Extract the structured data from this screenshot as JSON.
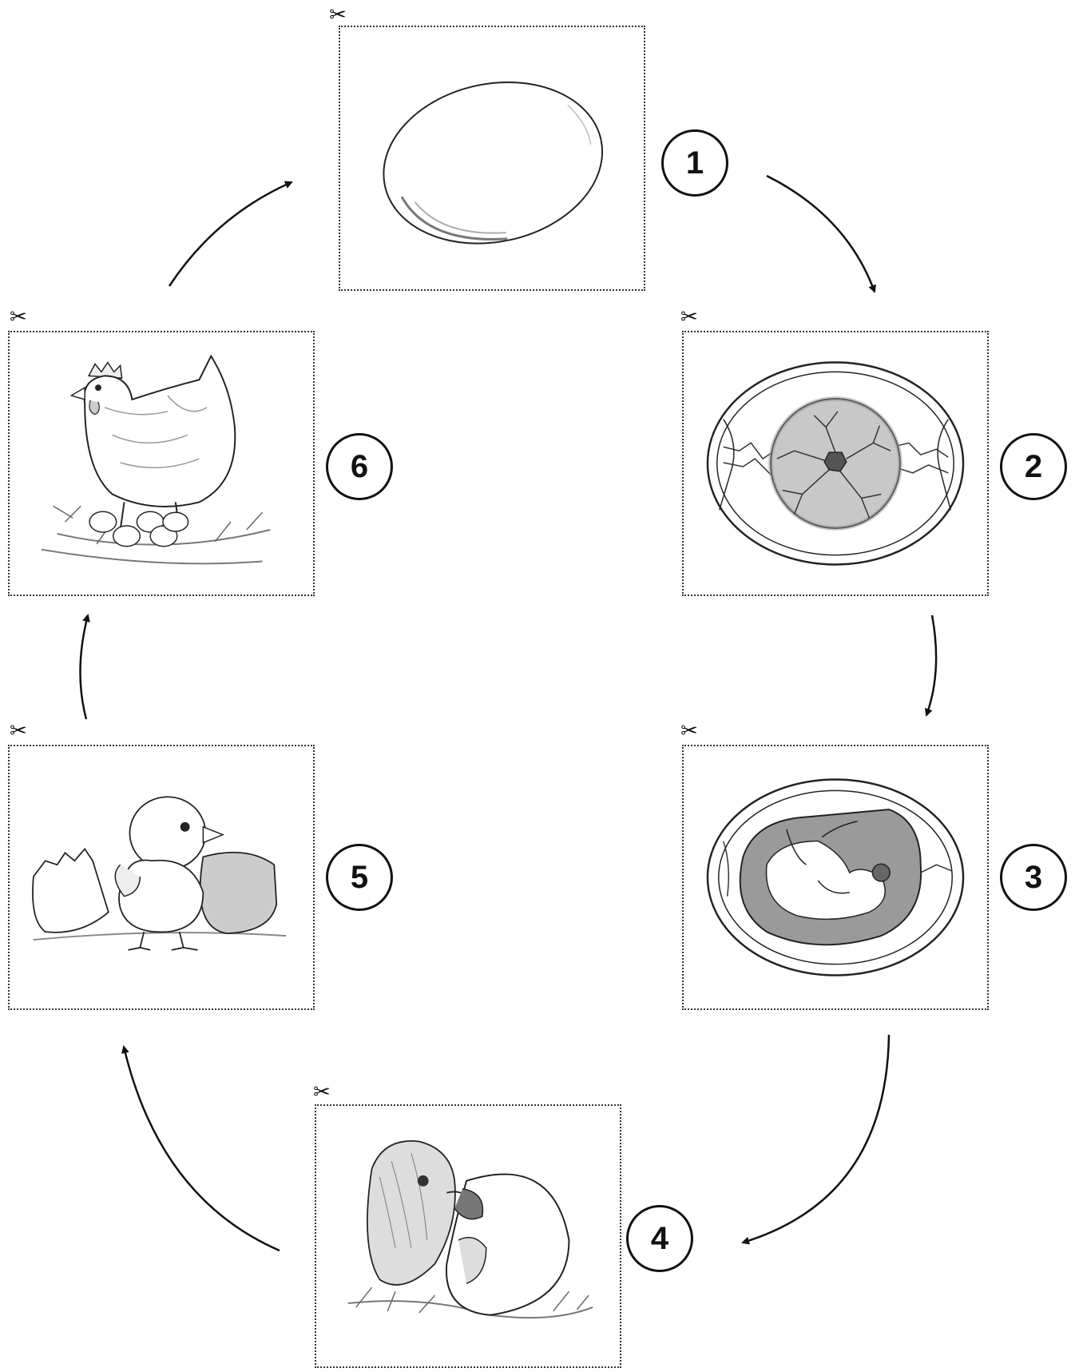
{
  "stages": [
    {
      "id": "egg",
      "number": "1",
      "icon": "egg-illustration"
    },
    {
      "id": "early-embryo",
      "number": "2",
      "icon": "embryo-early-illustration"
    },
    {
      "id": "developing-chick",
      "number": "3",
      "icon": "embryo-developing-illustration"
    },
    {
      "id": "hatching-chick",
      "number": "4",
      "icon": "hatching-chick-illustration"
    },
    {
      "id": "chick",
      "number": "5",
      "icon": "chick-illustration"
    },
    {
      "id": "hen",
      "number": "6",
      "icon": "hen-with-eggs-illustration"
    }
  ],
  "cut_marker": "✂",
  "colors": {
    "line": "#111111",
    "border": "#333333",
    "shade": "#9a9a9a",
    "dark": "#555555"
  }
}
